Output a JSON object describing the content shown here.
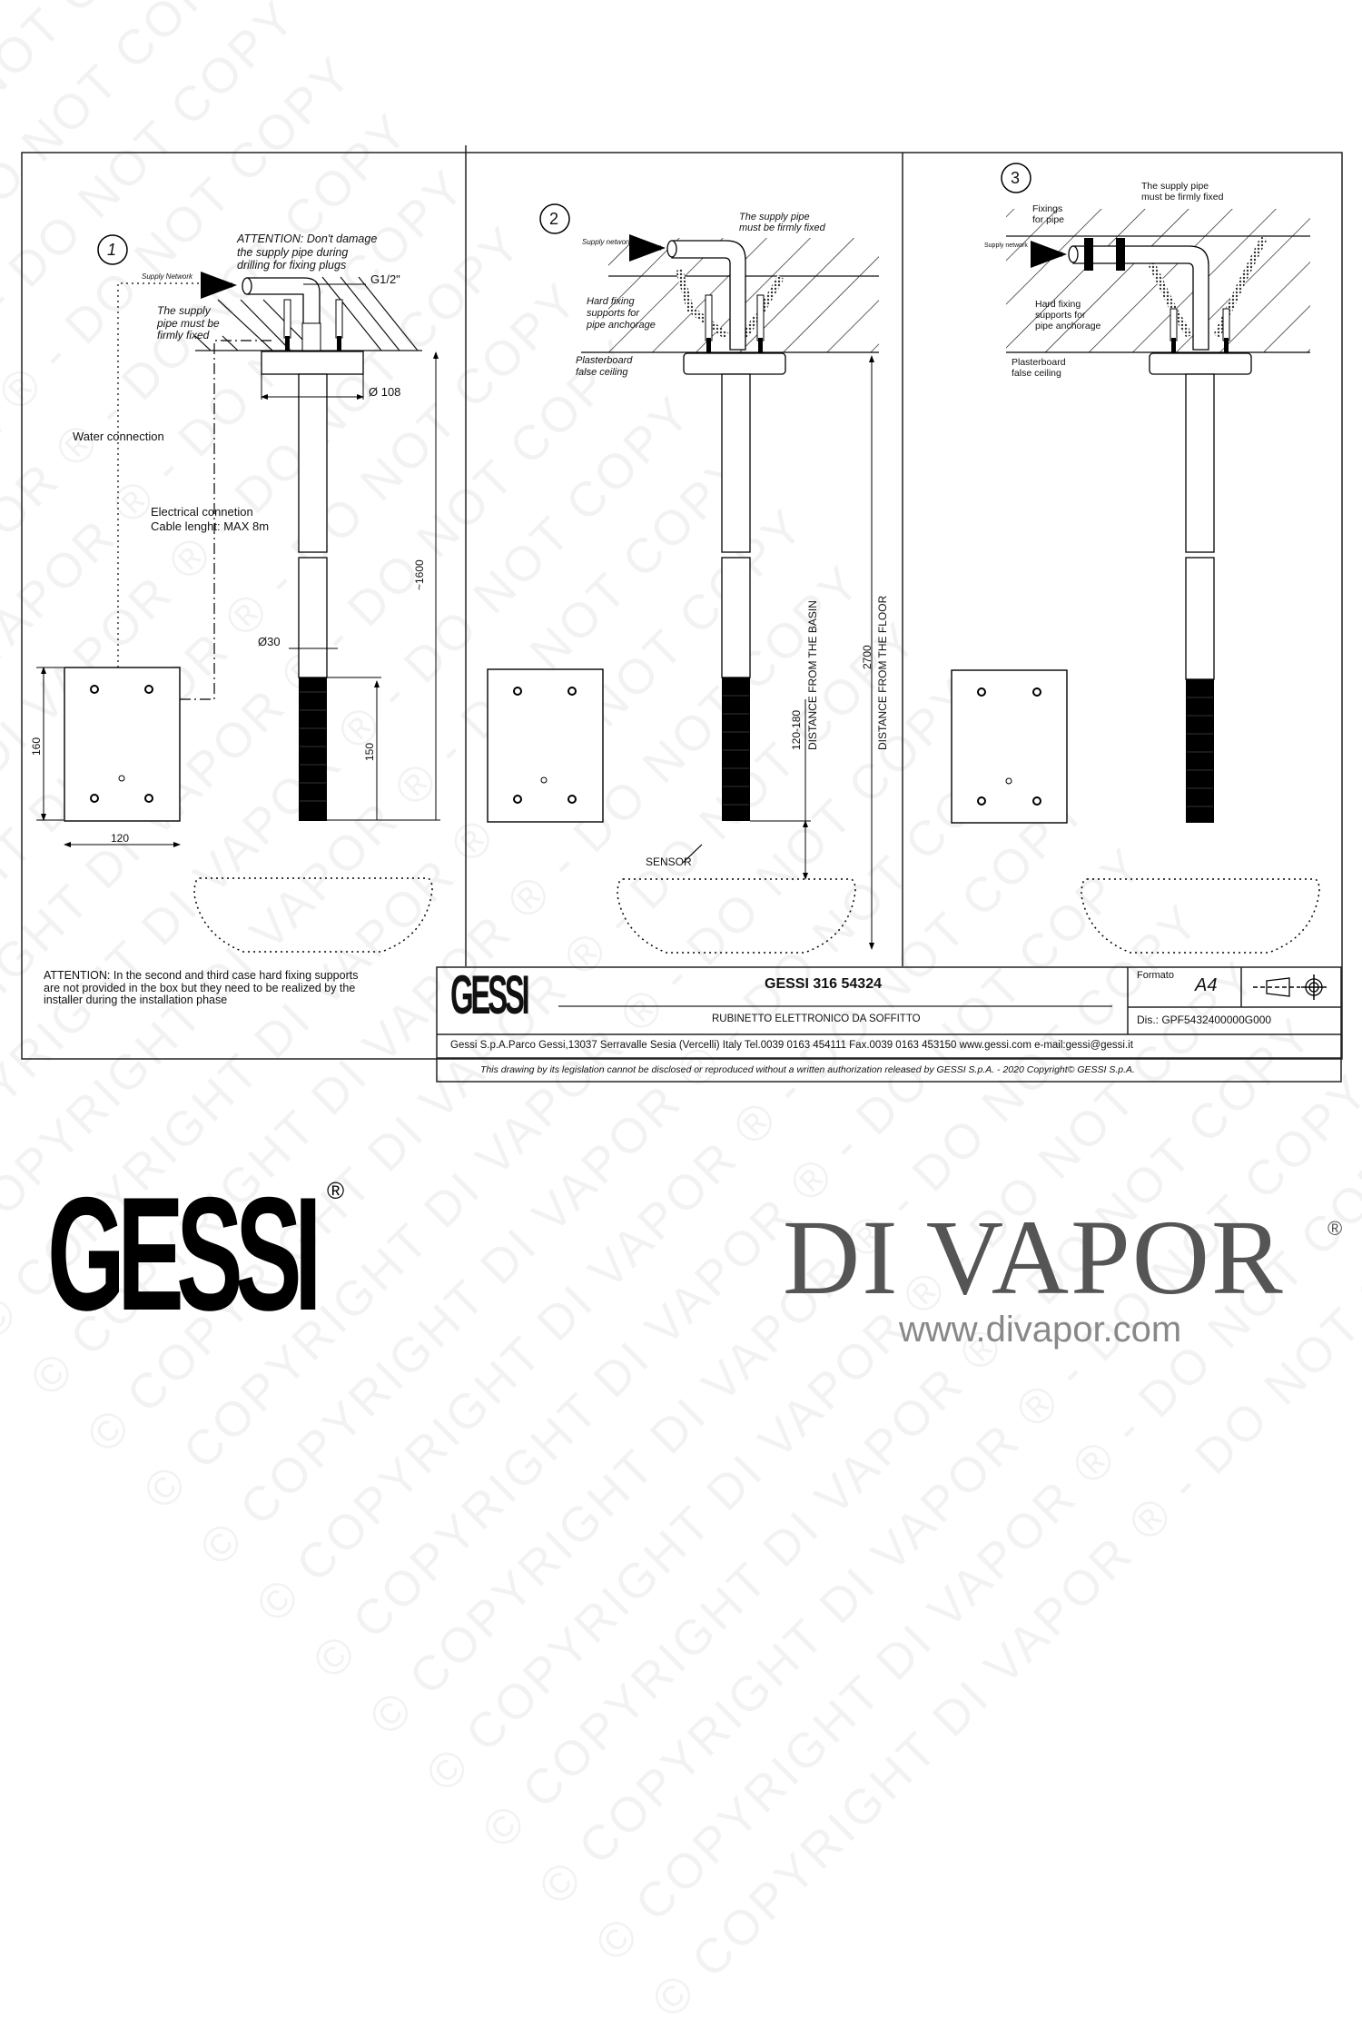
{
  "watermark": {
    "text": "© COPYRIGHT DI VAPOR ® - DO NOT COPY"
  },
  "panel1": {
    "number": "1",
    "attention": [
      "ATTENTION: Don't damage",
      "the supply pipe during",
      "drilling for fixing plugs"
    ],
    "supply_network": "Supply Network",
    "thread": "G1/2\"",
    "fixed_note": [
      "The supply",
      "pipe must be",
      "firmly fixed"
    ],
    "diameter_flange": "Ø 108",
    "water_connection": "Water connection",
    "electrical": [
      "Electrical connetion",
      "Cable lenght: MAX 8m"
    ],
    "diameter_pipe": "Ø30",
    "height_total": "~1600",
    "sensor_length": "150",
    "box_height": "160",
    "box_width": "120"
  },
  "panel2": {
    "number": "2",
    "supply_network": "Supply network",
    "fixed_note": [
      "The supply pipe",
      "must be firmly fixed"
    ],
    "hard_fixing": [
      "Hard fixing",
      "supports for",
      "pipe anchorage"
    ],
    "plasterboard": [
      "Plasterboard",
      "false ceiling"
    ],
    "basin_range": "120-180",
    "basin_label": "DISTANCE FROM THE BASIN",
    "floor_height": "2700",
    "floor_label": "DISTANCE FROM THE FLOOR",
    "sensor": "SENSOR"
  },
  "panel3": {
    "number": "3",
    "fixed_note": [
      "The supply pipe",
      "must be firmly fixed"
    ],
    "fixings": [
      "Fixings",
      "for pipe"
    ],
    "supply_network": "Supply network",
    "hard_fixing": [
      "Hard fixing",
      "supports for",
      "pipe anchorage"
    ],
    "plasterboard": [
      "Plasterboard",
      "false ceiling"
    ]
  },
  "footer_note": [
    "ATTENTION: In the second and third case hard fixing supports",
    "are not provided in the box but they need to be realized by the",
    "installer during the installation phase"
  ],
  "title_block": {
    "logo": "GESSI",
    "product_code": "GESSI 316 54324",
    "description": "RUBINETTO ELETTRONICO DA SOFFITTO",
    "formato_label": "Formato",
    "formato_value": "A4",
    "drawing_number": "Dis.: GPF5432400000G000",
    "address": "Gessi S.p.A.Parco Gessi,13037 Serravalle Sesia (Vercelli) Italy Tel.0039 0163 454111 Fax.0039 0163 453150 www.gessi.com e-mail:gessi@gessi.it",
    "legal": "This drawing by its legislation cannot be disclosed or reproduced without a written authorization released by GESSI S.p.A. - 2020 Copyright© GESSI S.p.A."
  },
  "branding": {
    "gessi": "GESSI",
    "gessi_reg": "®",
    "divapor": "DI VAPOR",
    "divapor_reg": "®",
    "url": "www.divapor.com"
  }
}
